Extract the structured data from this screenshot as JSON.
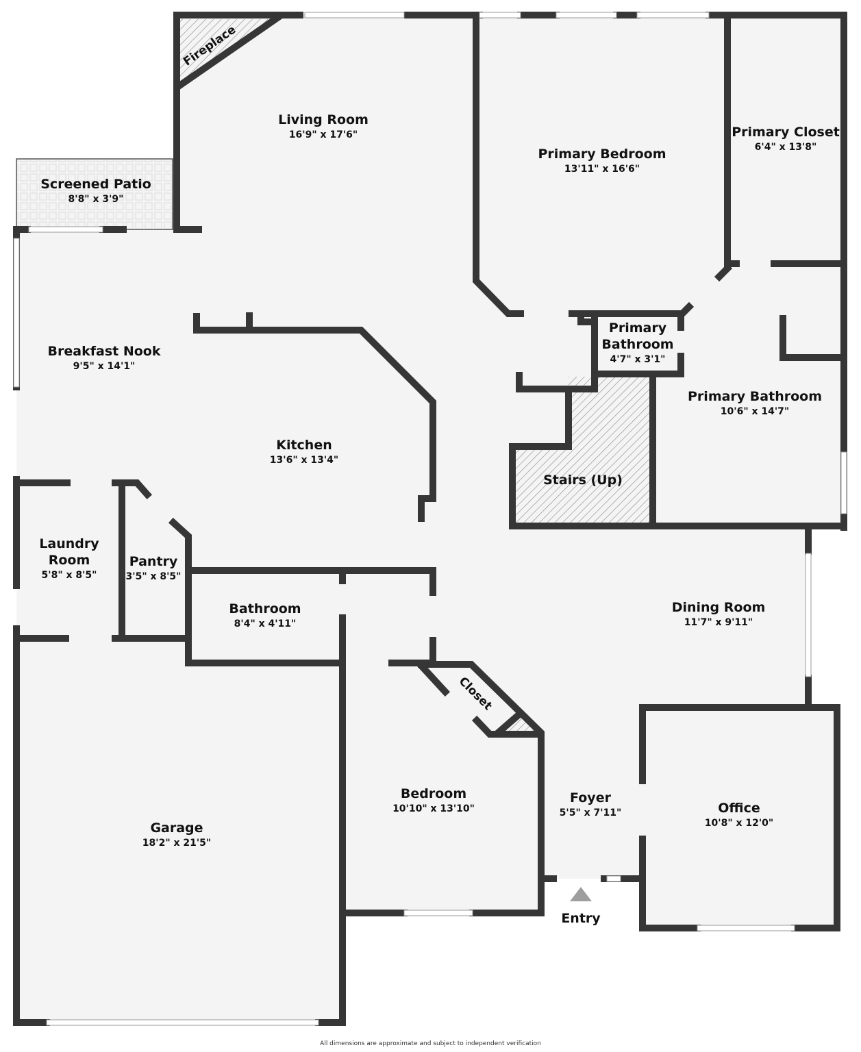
{
  "floorplan": {
    "colors": {
      "wall": "#363636",
      "floor": "#f4f4f4",
      "background": "#ffffff",
      "entry_arrow": "#9e9e9e",
      "hatch": "#777777"
    },
    "rooms": [
      {
        "id": "living-room",
        "name": "Living Room",
        "dims": "16'9\" x 17'6\""
      },
      {
        "id": "primary-bedroom",
        "name": "Primary Bedroom",
        "dims": "13'11\" x 16'6\""
      },
      {
        "id": "primary-closet",
        "name": "Primary Closet",
        "dims": "6'4\" x 13'8\""
      },
      {
        "id": "screened-patio",
        "name": "Screened Patio",
        "dims": "8'8\" x 3'9\""
      },
      {
        "id": "breakfast-nook",
        "name": "Breakfast Nook",
        "dims": "9'5\" x 14'1\""
      },
      {
        "id": "kitchen",
        "name": "Kitchen",
        "dims": "13'6\" x 13'4\""
      },
      {
        "id": "primary-bathroom-small",
        "name_line1": "Primary",
        "name_line2": "Bathroom",
        "dims": "4'7\" x 3'1\""
      },
      {
        "id": "primary-bathroom",
        "name": "Primary Bathroom",
        "dims": "10'6\" x 14'7\""
      },
      {
        "id": "stairs",
        "name": "Stairs (Up)"
      },
      {
        "id": "laundry-room",
        "name_line1": "Laundry",
        "name_line2": "Room",
        "dims": "5'8\" x 8'5\""
      },
      {
        "id": "pantry",
        "name": "Pantry",
        "dims": "3'5\" x 8'5\""
      },
      {
        "id": "bathroom",
        "name": "Bathroom",
        "dims": "8'4\" x 4'11\""
      },
      {
        "id": "dining-room",
        "name": "Dining Room",
        "dims": "11'7\" x 9'11\""
      },
      {
        "id": "garage",
        "name": "Garage",
        "dims": "18'2\" x 21'5\""
      },
      {
        "id": "bedroom",
        "name": "Bedroom",
        "dims": "10'10\" x 13'10\""
      },
      {
        "id": "foyer",
        "name": "Foyer",
        "dims": "5'5\" x 7'11\""
      },
      {
        "id": "office",
        "name": "Office",
        "dims": "10'8\" x 12'0\""
      }
    ],
    "features": {
      "fireplace": "Fireplace",
      "closet": "Closet",
      "entry": "Entry"
    },
    "disclaimer": "All dimensions are approximate and subject to independent verification"
  }
}
